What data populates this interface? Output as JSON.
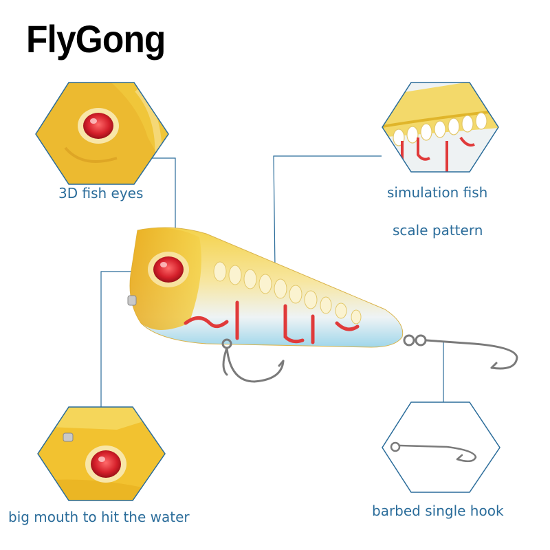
{
  "brand": "FlyGong",
  "labels": {
    "fish_eyes": "3D fish eyes",
    "scale_line1": "simulation fish",
    "scale_line2": "scale pattern",
    "big_mouth": "big mouth to hit the water",
    "single_hook": "barbed single hook"
  },
  "colors": {
    "accent": "#2a6c9a",
    "lure_yellow": "#f2c230",
    "eye_red": "#d41f2a"
  }
}
